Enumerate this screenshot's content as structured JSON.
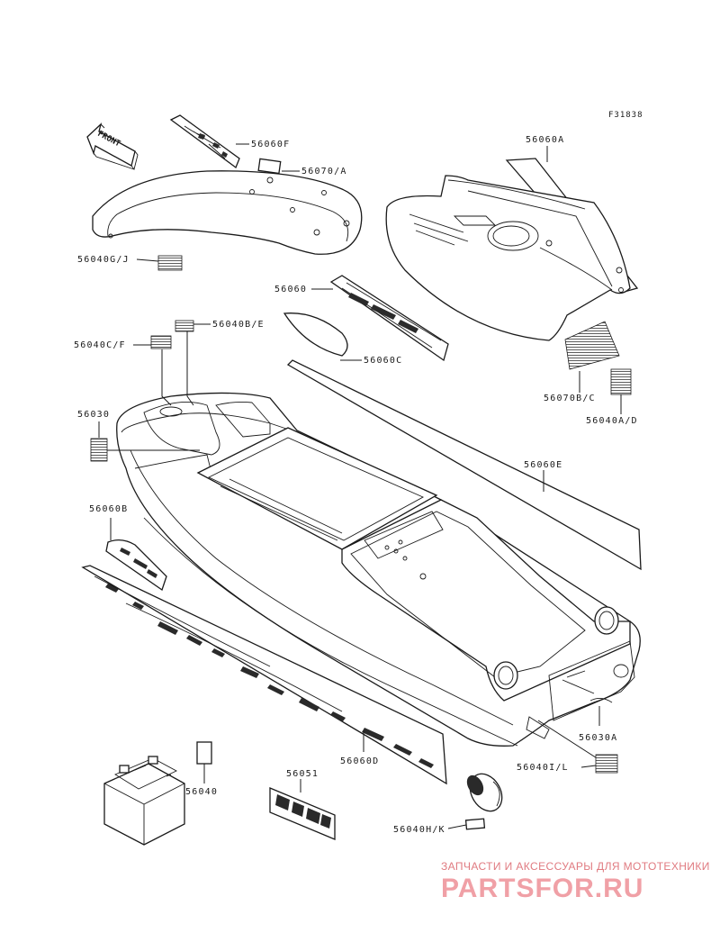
{
  "figure_id": "F31838",
  "front_label": "FRONT",
  "parts": {
    "p56060F": "56060F",
    "p56070A": "56070/A",
    "p56060A": "56060A",
    "p56040GJ": "56040G/J",
    "p56060": "56060",
    "p56040BE": "56040B/E",
    "p56040CF": "56040C/F",
    "p56060C": "56060C",
    "p56070BC": "56070B/C",
    "p56040AD": "56040A/D",
    "p56030": "56030",
    "p56060E": "56060E",
    "p56060B": "56060B",
    "p56030A": "56030A",
    "p56040IL": "56040I/L",
    "p56060D": "56060D",
    "p56040": "56040",
    "p56051": "56051",
    "p56040HK": "56040H/K"
  },
  "watermark": {
    "subtitle": "ЗАПЧАСТИ И АКСЕССУАРЫ ДЛЯ МОТОТЕХНИКИ",
    "brand": "PARTSFOR.RU"
  }
}
